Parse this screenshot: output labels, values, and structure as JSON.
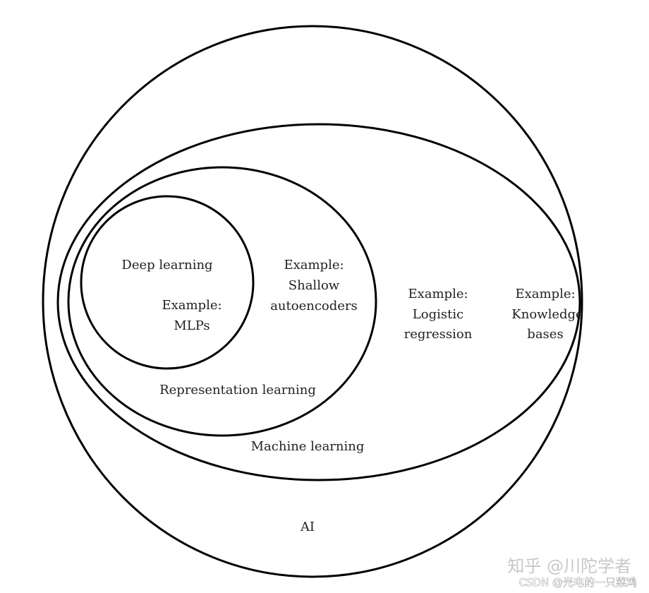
{
  "diagram": {
    "regions": {
      "ai": {
        "label": "AI",
        "example": [
          "Example:",
          "Knowledge",
          "bases"
        ]
      },
      "machine_learning": {
        "label": "Machine learning",
        "example": [
          "Example:",
          "Logistic",
          "regression"
        ]
      },
      "representation_learning": {
        "label": "Representation learning",
        "example": [
          "Example:",
          "Shallow",
          "autoencoders"
        ]
      },
      "deep_learning": {
        "label": "Deep learning",
        "example": [
          "Example:",
          "MLPs"
        ]
      }
    }
  },
  "watermark": {
    "zhihu": "知乎 @川陀学者",
    "csdn": "CSDN @光电的一只菜鸡"
  }
}
